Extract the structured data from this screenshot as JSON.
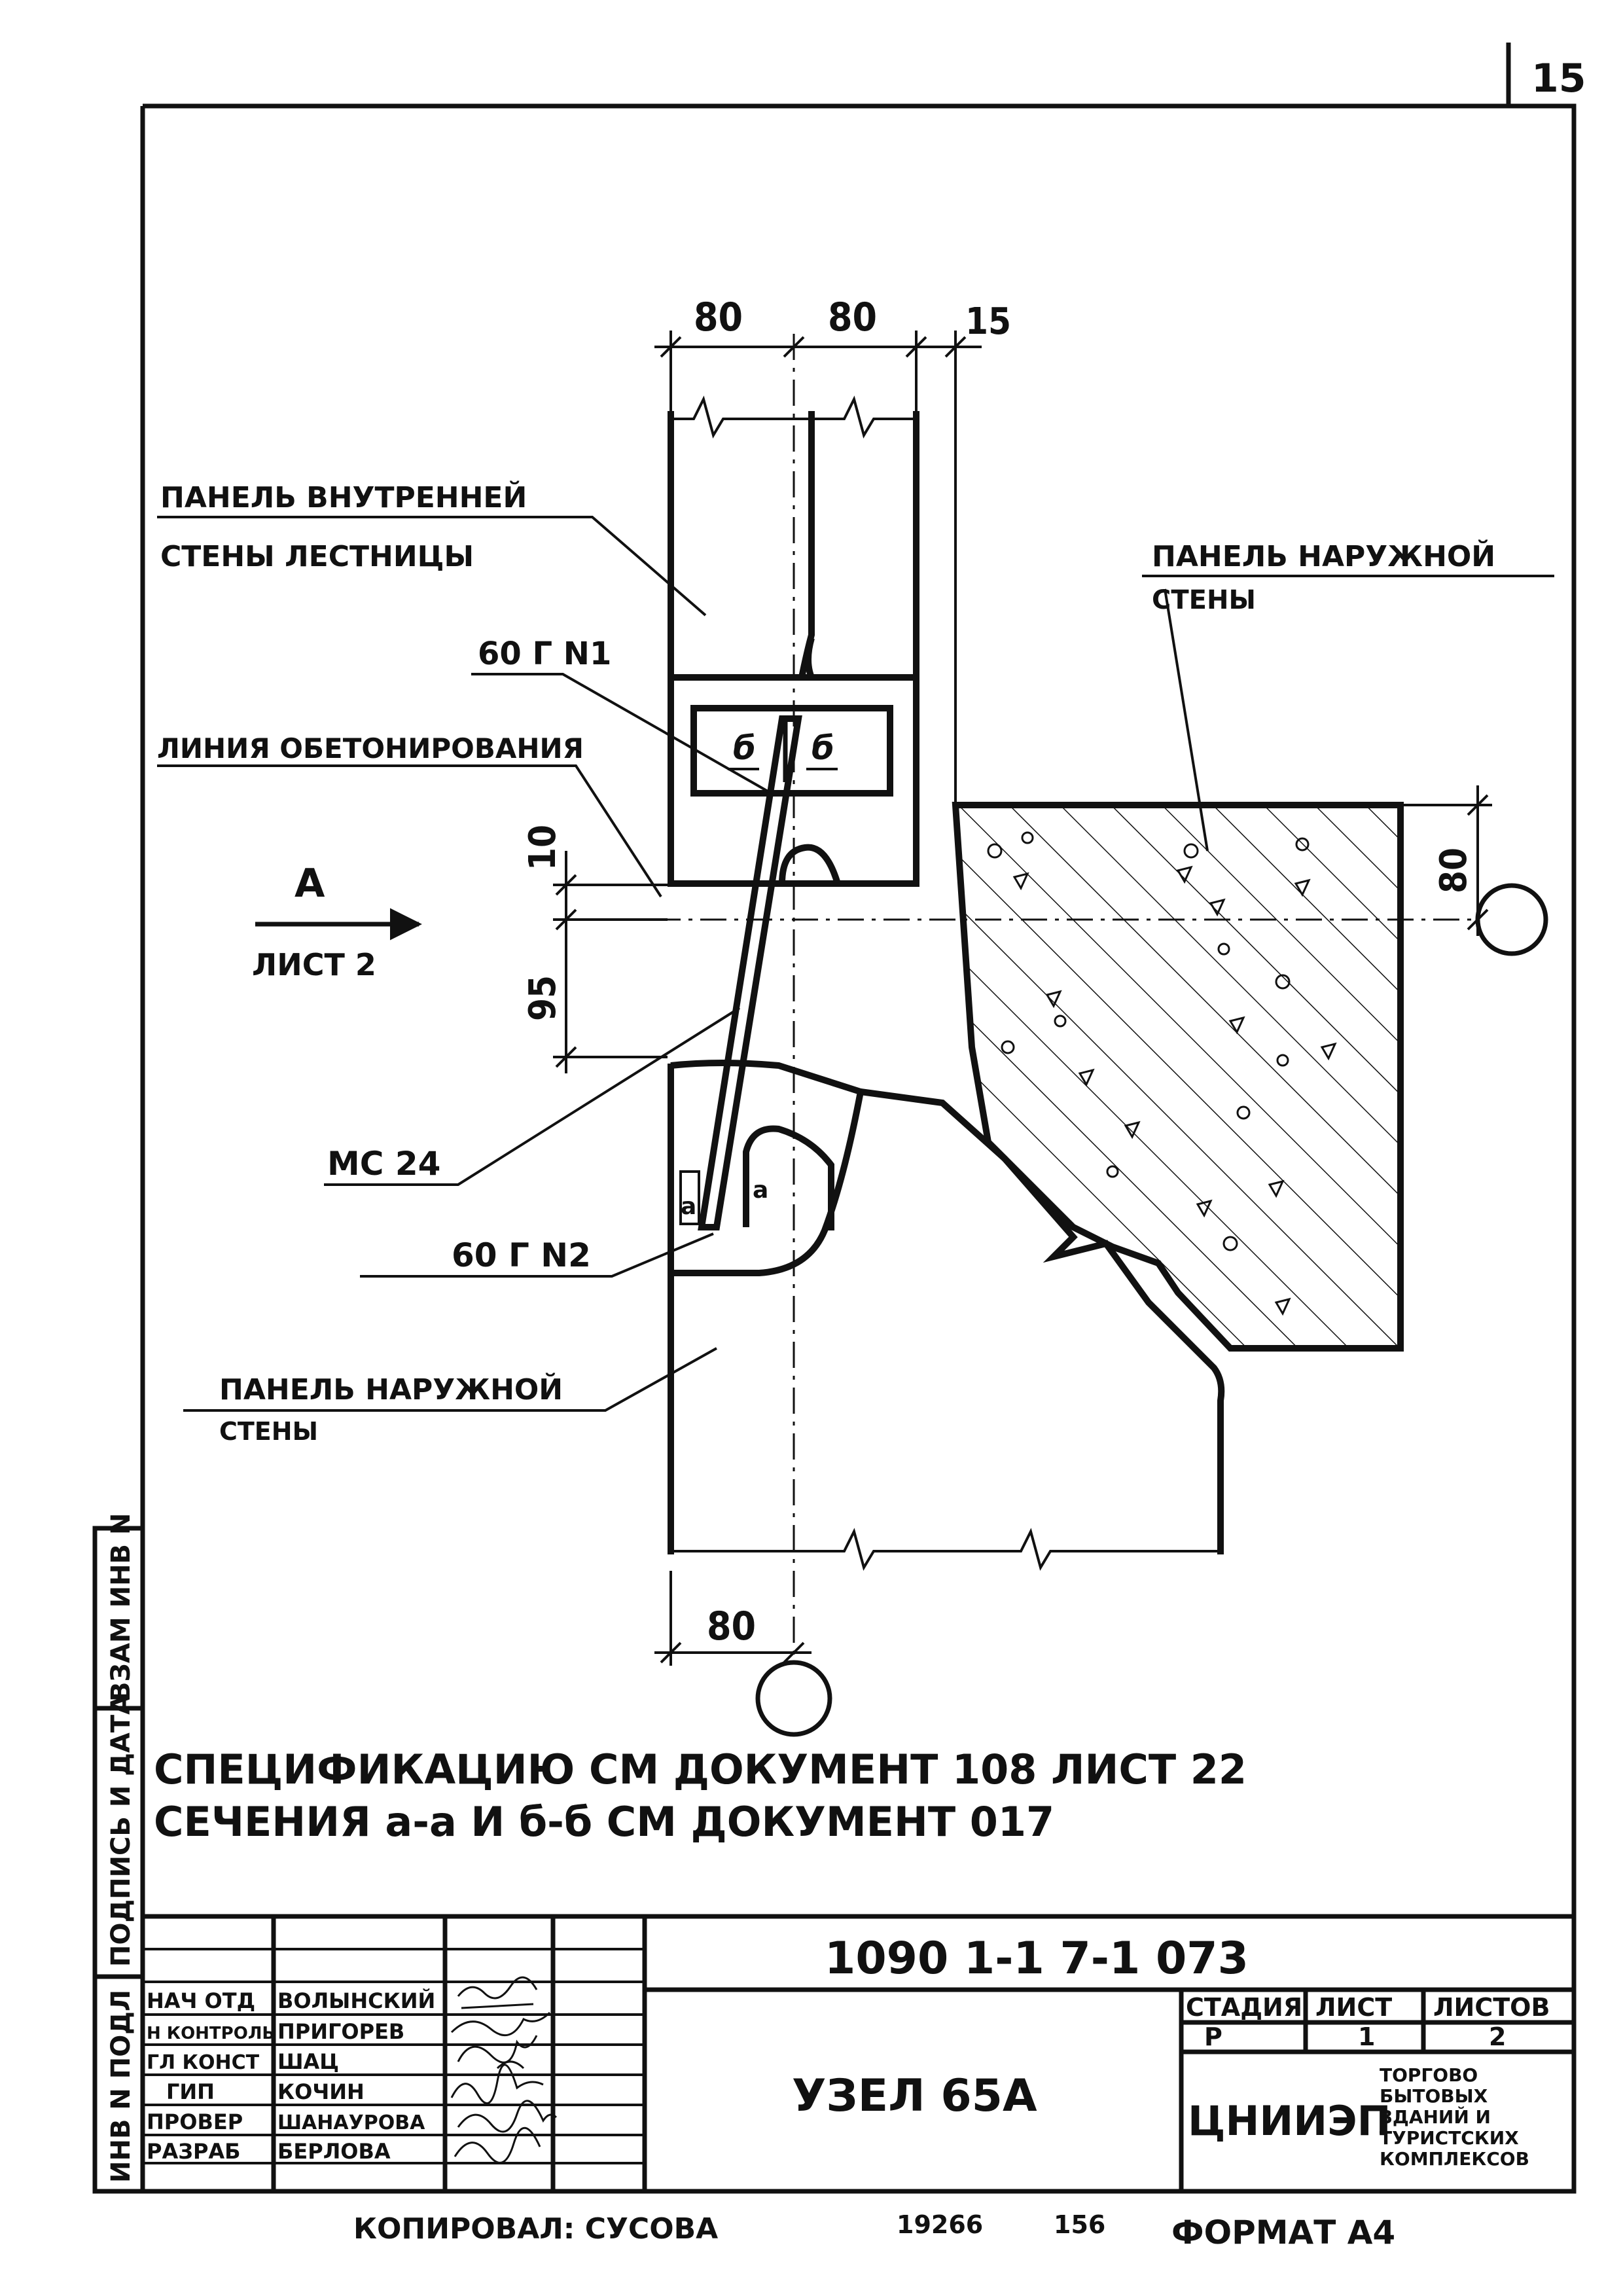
{
  "sheet_number": "15",
  "dimensions": {
    "top_left": "80",
    "top_mid": "80",
    "top_right": "15",
    "left_10": "10",
    "left_95": "95",
    "right_80": "80",
    "bottom_80": "80"
  },
  "labels": {
    "inner_wall_panel_line1": "ПАНЕЛЬ ВНУТРЕННЕЙ",
    "inner_wall_panel_line2": "СТЕНЫ ЛЕСТНИЦЫ",
    "outer_wall_panel_top_line1": "ПАНЕЛЬ НАРУЖНОЙ",
    "outer_wall_panel_top_line2": "СТЕНЫ",
    "part_60g_n1": "60 Г N1",
    "concreting_line": "ЛИНИЯ ОБЕТОНИРОВАНИЯ",
    "view_a": "А",
    "view_a_sheet": "ЛИСТ 2",
    "mc24": "МС 24",
    "part_60g_n2": "60 Г N2",
    "outer_wall_panel_bottom_line1": "ПАНЕЛЬ НАРУЖНОЙ",
    "outer_wall_panel_bottom_line2": "СТЕНЫ",
    "section_b_left": "б",
    "section_b_right": "б",
    "section_a_left": "а",
    "section_a_right": "а"
  },
  "notes": {
    "line1": "СПЕЦИФИКАЦИЮ СМ ДОКУМЕНТ 108  ЛИСТ 22",
    "line2": "СЕЧЕНИЯ а-а  И  б-б  СМ ДОКУМЕНТ  017"
  },
  "side_stamp": {
    "c1": "ИНВ N ПОДЛ",
    "c2": "ПОДПИСЬ И ДАТА",
    "c3": "ВЗАМ ИНВ N"
  },
  "title_block": {
    "doc_code": "1090 1-1 7-1  073",
    "title": "УЗЕЛ 65А",
    "stage_header": "СТАДИЯ",
    "sheet_header": "ЛИСТ",
    "sheets_header": "ЛИСТОВ",
    "stage": "Р",
    "sheet": "1",
    "sheets": "2",
    "org_main": "ЦНИИЭП",
    "org_sub1": "ТОРГОВО",
    "org_sub2": "БЫТОВЫХ",
    "org_sub3": "ЗДАНИЙ И",
    "org_sub4": "ТУРИСТСКИХ",
    "org_sub5": "КОМПЛЕКСОВ",
    "people": [
      {
        "role": "НАЧ ОТД",
        "name": "ВОЛЫНСКИЙ"
      },
      {
        "role": "Н КОНТРОЛЬ",
        "name": "ПРИГОРЕВ"
      },
      {
        "role": "ГЛ КОНСТ",
        "name": "ШАЦ"
      },
      {
        "role": "ГИП",
        "name": "КОЧИН"
      },
      {
        "role": "ПРОВЕР",
        "name": "ШАНАУРОВА"
      },
      {
        "role": "РАЗРАБ",
        "name": "БЕРЛОВА"
      }
    ]
  },
  "footer": {
    "copied": "КОПИРОВАЛ: СУСОВА",
    "num1": "19266",
    "num2": "156",
    "format": "ФОРМАТ А4"
  }
}
